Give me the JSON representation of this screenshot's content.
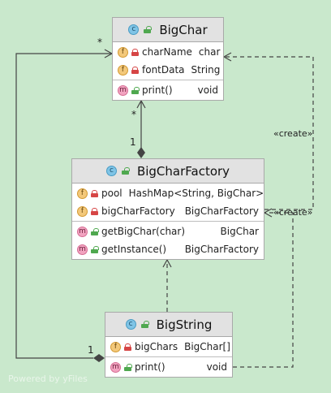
{
  "classes": {
    "big_char": {
      "badge": "c",
      "name": "BigChar",
      "fields": [
        {
          "badge": "f",
          "visibility": "private",
          "name": "charName",
          "type": "char"
        },
        {
          "badge": "f",
          "visibility": "private",
          "name": "fontData",
          "type": "String"
        }
      ],
      "methods": [
        {
          "badge": "m",
          "visibility": "public",
          "name": "print()",
          "type": "void"
        }
      ]
    },
    "big_char_factory": {
      "badge": "c",
      "name": "BigCharFactory",
      "fields": [
        {
          "badge": "f",
          "visibility": "private",
          "name": "pool",
          "type": "HashMap<String, BigChar>"
        },
        {
          "badge": "f",
          "visibility": "private",
          "name": "bigCharFactory",
          "type": "BigCharFactory",
          "static": true
        }
      ],
      "methods": [
        {
          "badge": "m",
          "visibility": "public",
          "name": "getBigChar(char)",
          "type": "BigChar"
        },
        {
          "badge": "m",
          "visibility": "public",
          "name": "getInstance()",
          "type": "BigCharFactory",
          "static": true
        }
      ]
    },
    "big_string": {
      "badge": "c",
      "name": "BigString",
      "fields": [
        {
          "badge": "f",
          "visibility": "private",
          "name": "bigChars",
          "type": "BigChar[]"
        }
      ],
      "methods": [
        {
          "badge": "m",
          "visibility": "public",
          "name": "print()",
          "type": "void"
        }
      ]
    }
  },
  "edge_labels": {
    "factory_to_bigchar_target_mult": "*",
    "factory_to_bigchar_source_mult": "1",
    "bigstring_to_bigchar_target_mult": "*",
    "bigstring_to_bigchar_source_mult": "1",
    "create_label_top": "«create»",
    "create_label_bottom": "«create»"
  },
  "colors": {
    "background": "#c9e8cc",
    "edge": "#444444",
    "class_header": "#e2e2e2"
  },
  "watermark": "Powered by yFiles"
}
